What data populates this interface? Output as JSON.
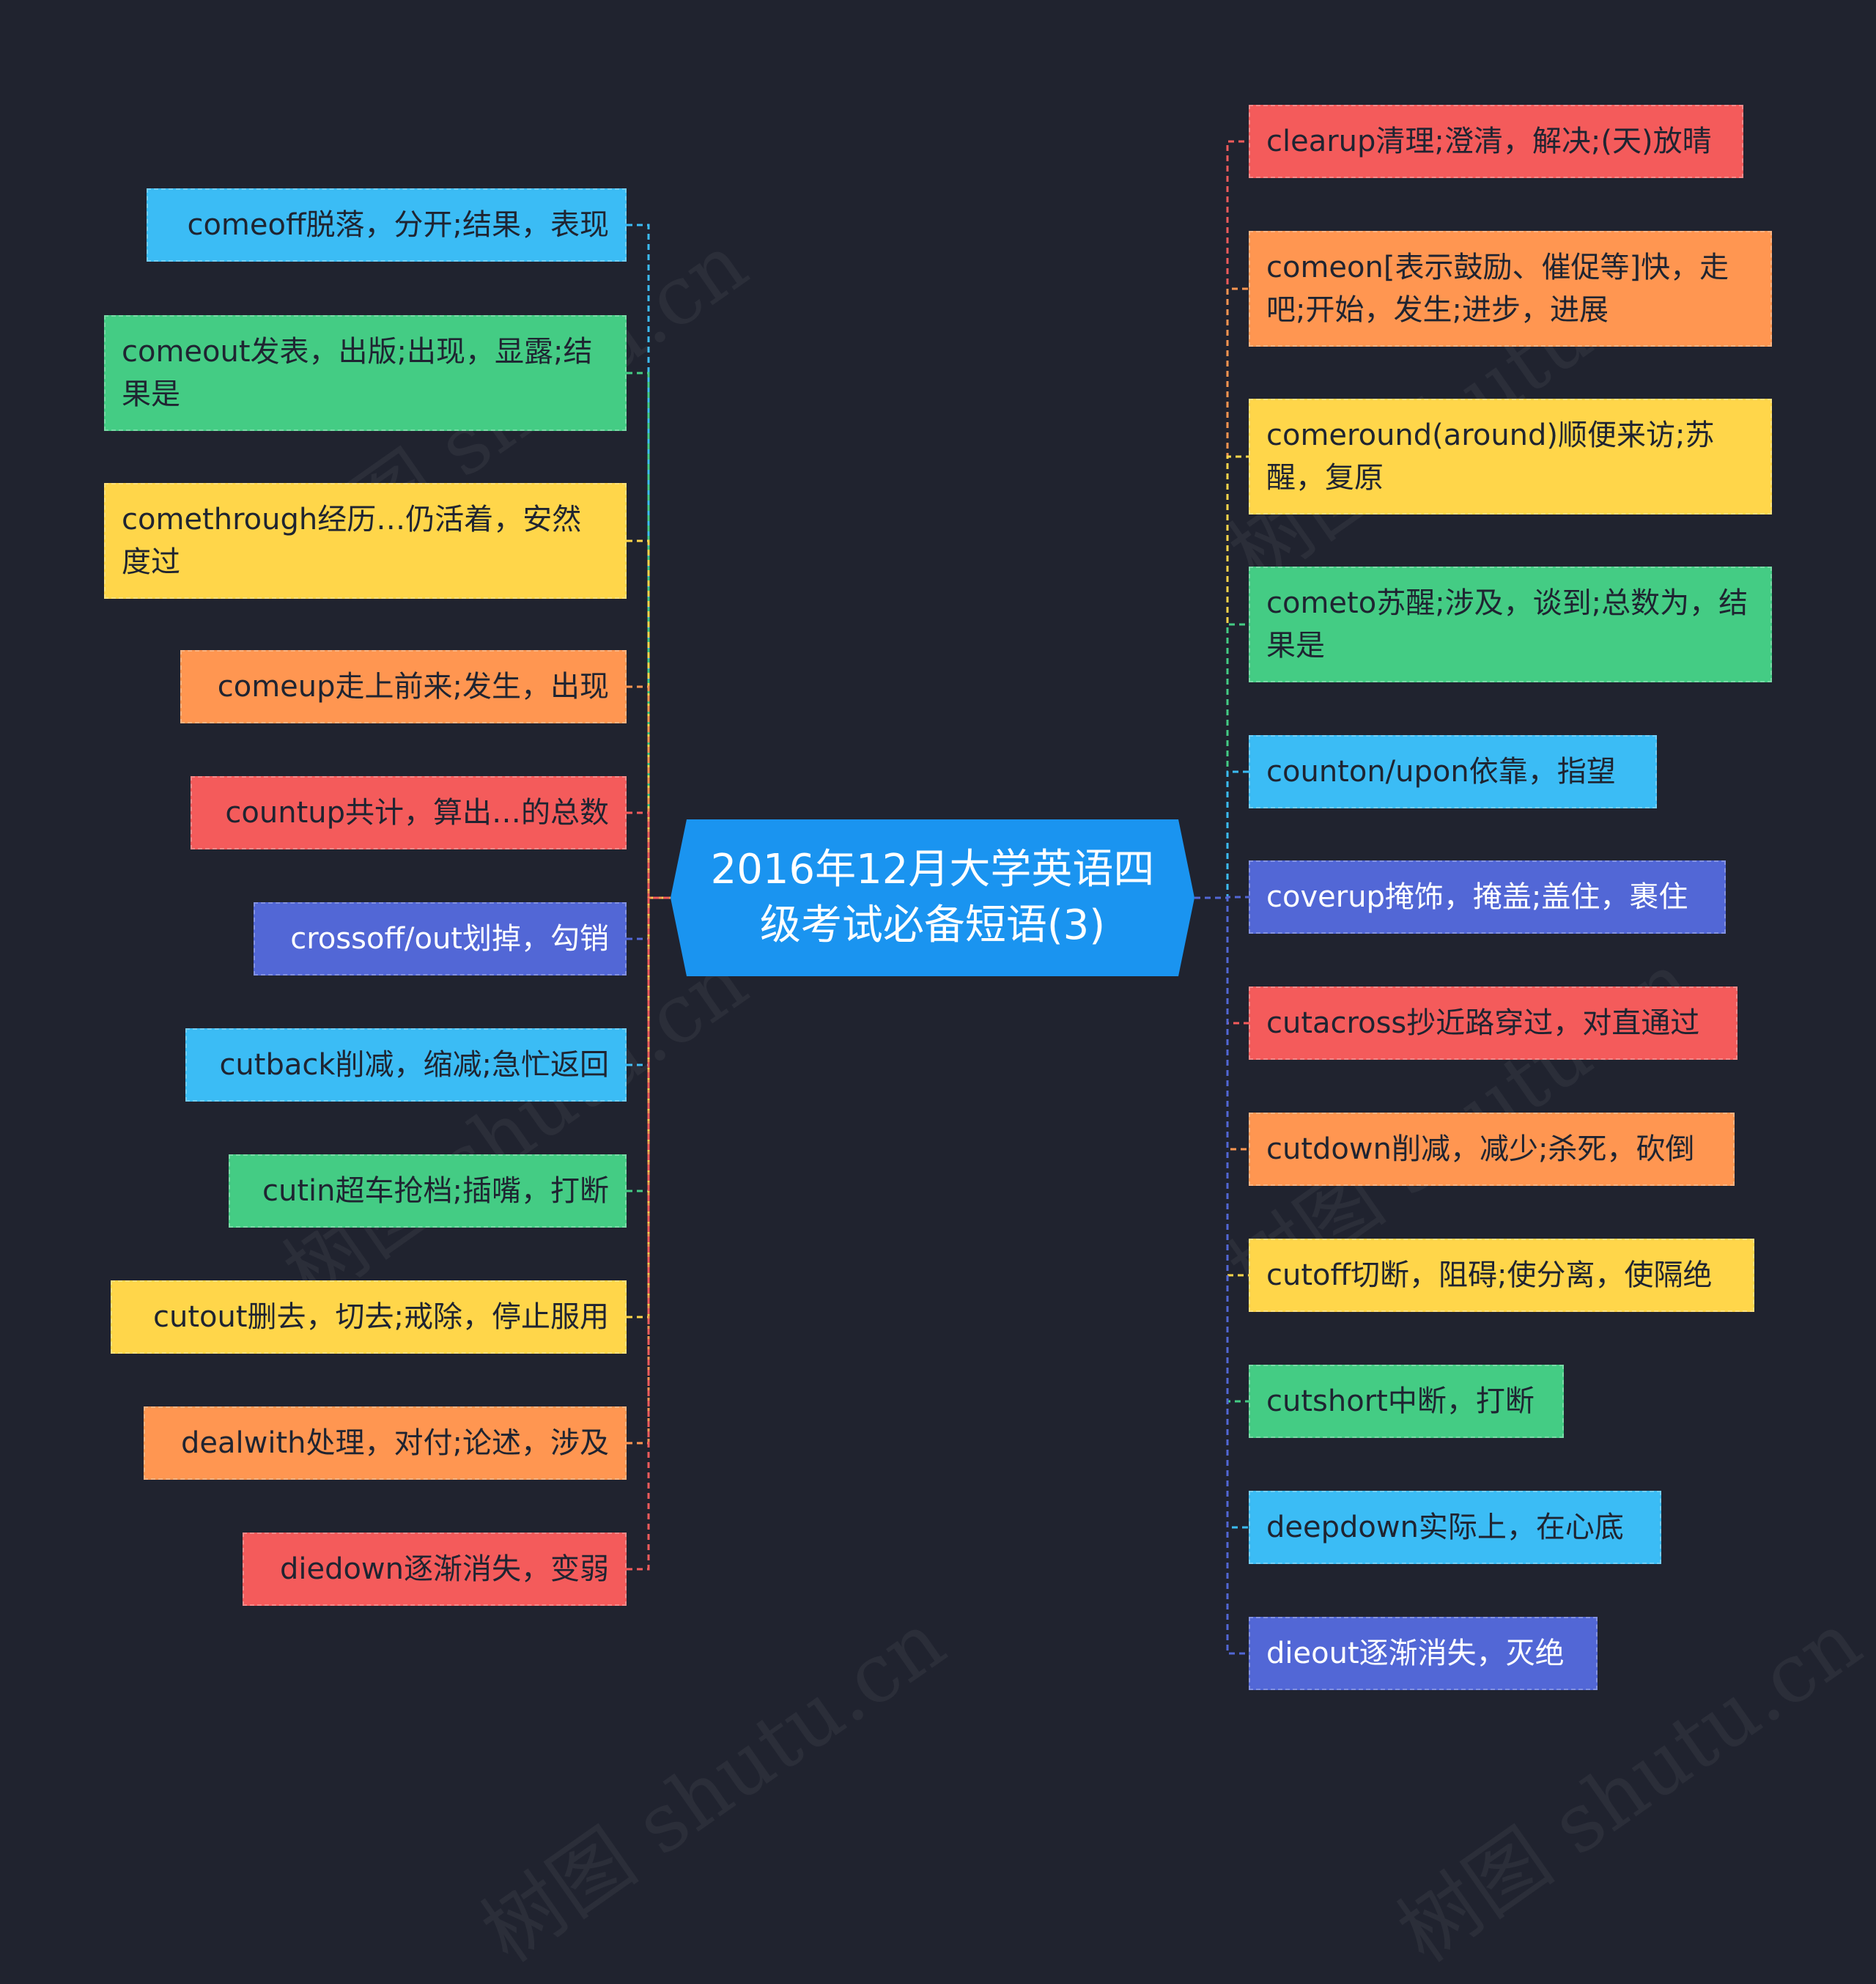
{
  "colors": {
    "background": "#20232f",
    "root": "#1a94f0",
    "red": "#f45b5b",
    "orange": "#ff9651",
    "yellow": "#ffd64a",
    "green": "#44cc84",
    "blue": "#3bbcf5",
    "indigo": "#5267d6"
  },
  "root": {
    "title": "2016年12月大学英语四级考试必备短语(3)"
  },
  "left_items": [
    {
      "text": "comeoff脱落，分开;结果，表现",
      "color": "blue"
    },
    {
      "text": "comeout发表，出版;出现，显露;结果是",
      "color": "green"
    },
    {
      "text": "comethrough经历…仍活着，安然度过",
      "color": "yellow"
    },
    {
      "text": "comeup走上前来;发生，出现",
      "color": "orange"
    },
    {
      "text": "countup共计，算出…的总数",
      "color": "red"
    },
    {
      "text": "crossoff/out划掉，勾销",
      "color": "indigo"
    },
    {
      "text": "cutback削减，缩减;急忙返回",
      "color": "blue"
    },
    {
      "text": "cutin超车抢档;插嘴，打断",
      "color": "green"
    },
    {
      "text": "cutout删去，切去;戒除，停止服用",
      "color": "yellow"
    },
    {
      "text": "dealwith处理，对付;论述，涉及",
      "color": "orange"
    },
    {
      "text": "diedown逐渐消失，变弱",
      "color": "red"
    }
  ],
  "right_items": [
    {
      "text": "clearup清理;澄清，解决;(天)放晴",
      "color": "red"
    },
    {
      "text": "comeon[表示鼓励、催促等]快，走吧;开始，发生;进步，进展",
      "color": "orange"
    },
    {
      "text": "comeround(around)顺便来访;苏醒，复原",
      "color": "yellow"
    },
    {
      "text": "cometo苏醒;涉及，谈到;总数为，结果是",
      "color": "green"
    },
    {
      "text": "counton/upon依靠，指望",
      "color": "blue"
    },
    {
      "text": "coverup掩饰，掩盖;盖住，裹住",
      "color": "indigo"
    },
    {
      "text": "cutacross抄近路穿过，对直通过",
      "color": "red"
    },
    {
      "text": "cutdown削减，减少;杀死，砍倒",
      "color": "orange"
    },
    {
      "text": "cutoff切断，阻碍;使分离，使隔绝",
      "color": "yellow"
    },
    {
      "text": "cutshort中断，打断",
      "color": "green"
    },
    {
      "text": "deepdown实际上，在心底",
      "color": "blue"
    },
    {
      "text": "dieout逐渐消失，灭绝",
      "color": "indigo"
    }
  ],
  "watermark": "树图 shutu.cn"
}
